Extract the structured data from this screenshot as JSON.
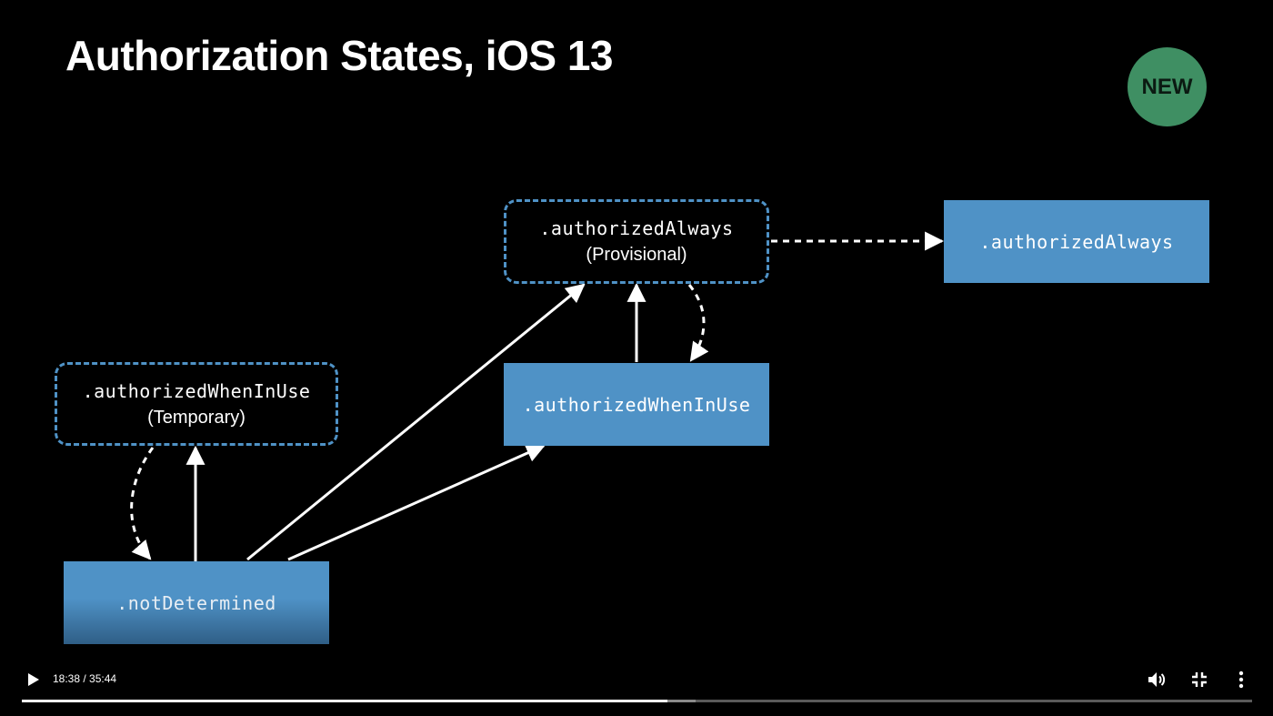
{
  "slide": {
    "title": "Authorization States, iOS 13",
    "badge": "NEW",
    "states": {
      "not_determined": ".notDetermined",
      "when_in_use_temp": ".authorizedWhenInUse",
      "when_in_use_temp_sub": "(Temporary)",
      "when_in_use": ".authorizedWhenInUse",
      "always_prov": ".authorizedAlways",
      "always_prov_sub": "(Provisional)",
      "always": ".authorizedAlways"
    }
  },
  "colors": {
    "state_blue": "#4f92c6",
    "badge_green": "#3f8f63",
    "background": "#000000"
  },
  "player": {
    "time": "18:38 / 35:44",
    "progress": 0.525,
    "buffered": 0.548,
    "icons": [
      "play-icon",
      "volume-icon",
      "exit-fullscreen-icon",
      "more-vert-icon"
    ]
  }
}
